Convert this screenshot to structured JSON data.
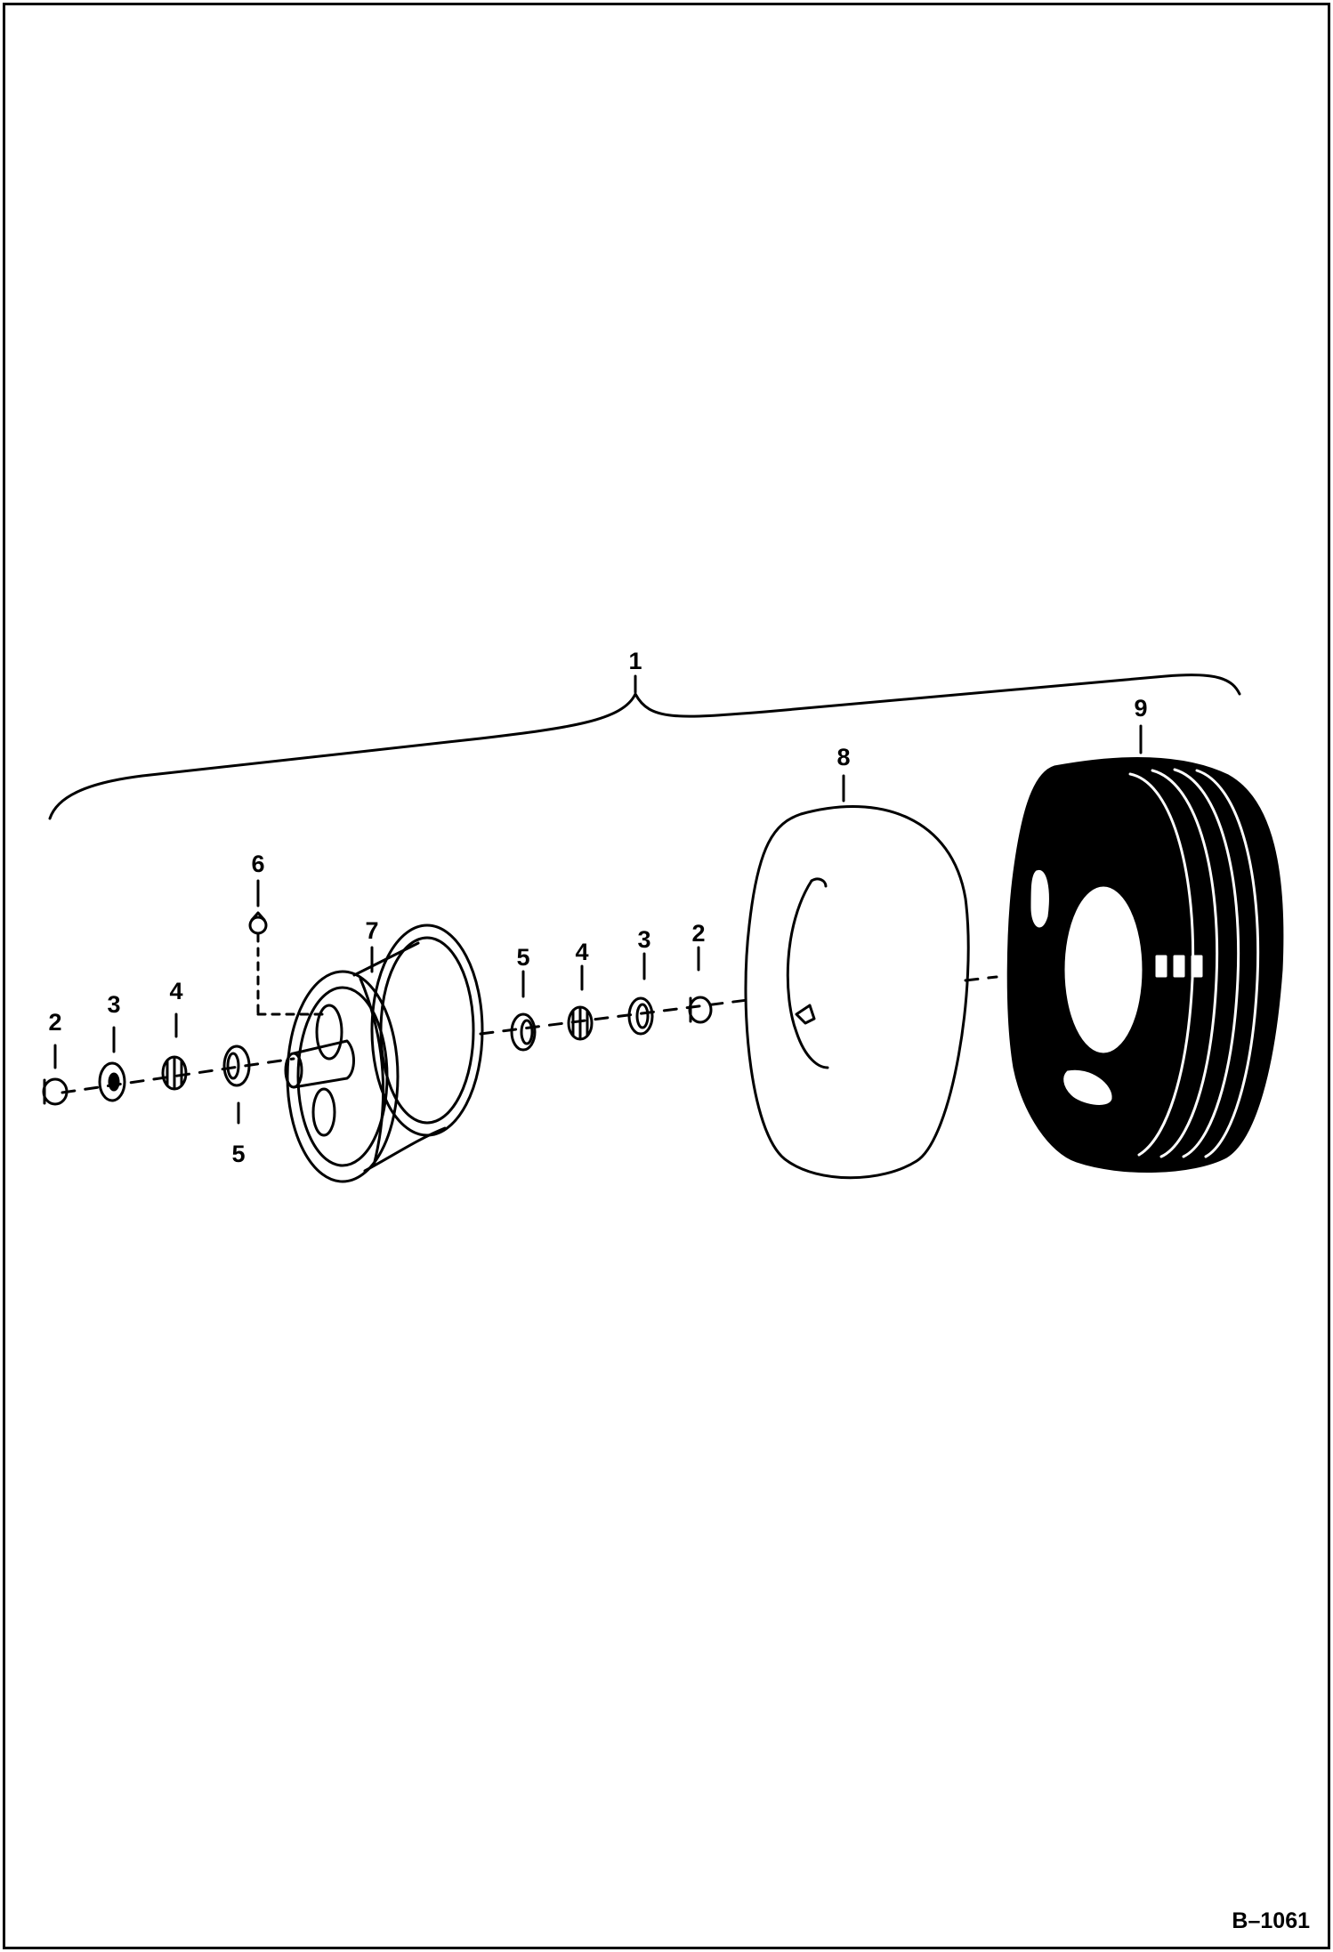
{
  "drawing_id": "B–1061",
  "callouts": {
    "assembly": "1",
    "left_2": "2",
    "left_3": "3",
    "left_4": "4",
    "left_5": "5",
    "fitting_6": "6",
    "hub_7": "7",
    "right_5": "5",
    "right_4": "4",
    "right_3": "3",
    "right_2": "2",
    "tube_8": "8",
    "tire_9": "9"
  }
}
